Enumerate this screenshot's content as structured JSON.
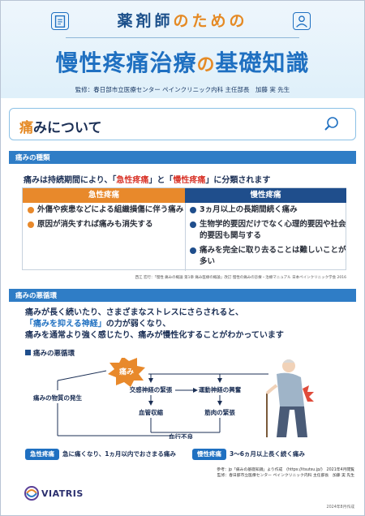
{
  "header": {
    "pre_title_a": "薬剤師",
    "pre_title_b": "のための",
    "title_a": "慢性疼痛治療",
    "title_b": "の",
    "title_c": "基礎知識",
    "supervisor": "監修：春日部市立医療センター ペインクリニック内科 主任部長　加藤 実 先生"
  },
  "section1": {
    "title_a": "痛",
    "title_b": "みについて",
    "band": "痛みの種類",
    "lead_a": "痛みは持続期間により、「",
    "lead_b": "急性疼痛",
    "lead_c": "」と「",
    "lead_d": "慢性疼痛",
    "lead_e": "」に分類されます",
    "table": {
      "acute_header": "急性疼痛",
      "chronic_header": "慢性疼痛",
      "acute_items": [
        "外傷や疾患などによる組織損傷に伴う痛み",
        "原因が消失すれば痛みも消失する"
      ],
      "chronic_items": [
        "3ヵ月以上の長期間続く痛み",
        "生物学的要因だけでなく心理的要因や社会的要因も関与する",
        "痛みを完全に取り去ることは難しいことが多い"
      ]
    },
    "source": "西江 宏行：「慢性 痛みの概論 第1章 痛み医療の概論」改訂 慢性の痛みの診療・治療マニュアル 日本ペインクリニック学会 2016"
  },
  "section2": {
    "band": "痛みの悪循環",
    "body_1": "痛みが長く続いたり、さまざまなストレスにさらされると、",
    "body_2a": "「痛みを抑える神経」",
    "body_2b": "の力が弱くなり、",
    "body_3": "痛みを通常より強く感じたり、痛みが慢性化することがわかっています",
    "diagram_label": "痛みの悪循環",
    "diagram": {
      "pain": "痛み",
      "sympathetic": "交感神経の緊張",
      "motor": "運動神経の興奮",
      "vaso": "血管収縮",
      "muscle": "筋肉の緊張",
      "substances": "痛みの物質の発生",
      "blood": "血行不良"
    },
    "acute_tag": "急性疼痛",
    "acute_text": "急に痛くなり、1ヵ月以内でおさまる痛み",
    "chronic_tag": "慢性疼痛",
    "chronic_text": "3〜6ヵ月以上長く続く痛み"
  },
  "footer": {
    "source_1": "参考：jp「痛みの基礎知識」より作成　(https://itsutsu.jp/)　2021年4月閲覧",
    "source_2": "監修：春日部市立医療センター ペインクリニック内科 主任部長　加藤 実 先生",
    "logo": "VIATRIS",
    "date": "2024年8月作成"
  }
}
